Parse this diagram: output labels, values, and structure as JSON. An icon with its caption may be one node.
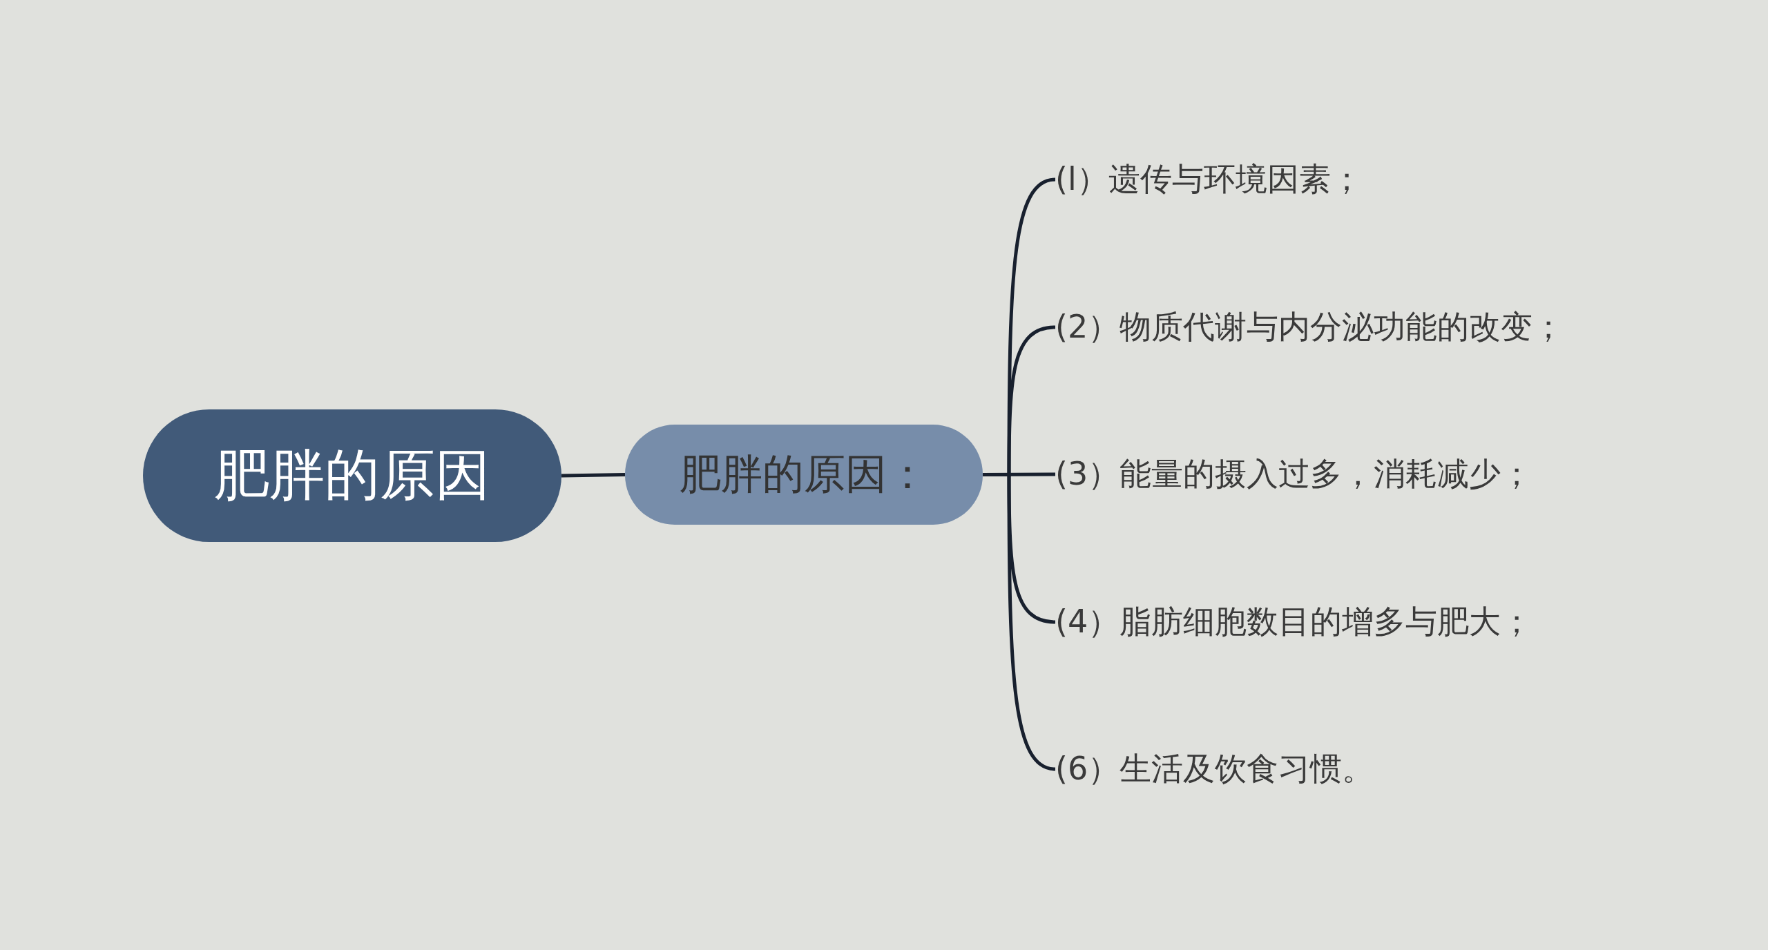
{
  "diagram": {
    "nodes": [
      {
        "text": [
          "肥胖的原因"
        ]
      },
      {
        "text": [
          "肥胖的原因："
        ]
      },
      {
        "text": [
          "(l）遗传与环境因素；"
        ]
      },
      {
        "text": [
          "(2）物质代谢与内分泌功能的改变；"
        ]
      },
      {
        "text": [
          "(3）能量的摄入过多，消耗减少；"
        ]
      },
      {
        "text": [
          "(4）脂肪细胞数目的增多与肥大；"
        ]
      },
      {
        "text": [
          "(6）生活及饮食习惯。"
        ]
      }
    ],
    "edges": [
      {
        "from": 0,
        "to": 1,
        "arrow": "none"
      },
      {
        "from": 1,
        "to": 2,
        "arrow": "none"
      },
      {
        "from": 1,
        "to": 3,
        "arrow": "none"
      },
      {
        "from": 1,
        "to": 4,
        "arrow": "none"
      },
      {
        "from": 1,
        "to": 5,
        "arrow": "none"
      },
      {
        "from": 1,
        "to": 6,
        "arrow": "none"
      }
    ]
  }
}
